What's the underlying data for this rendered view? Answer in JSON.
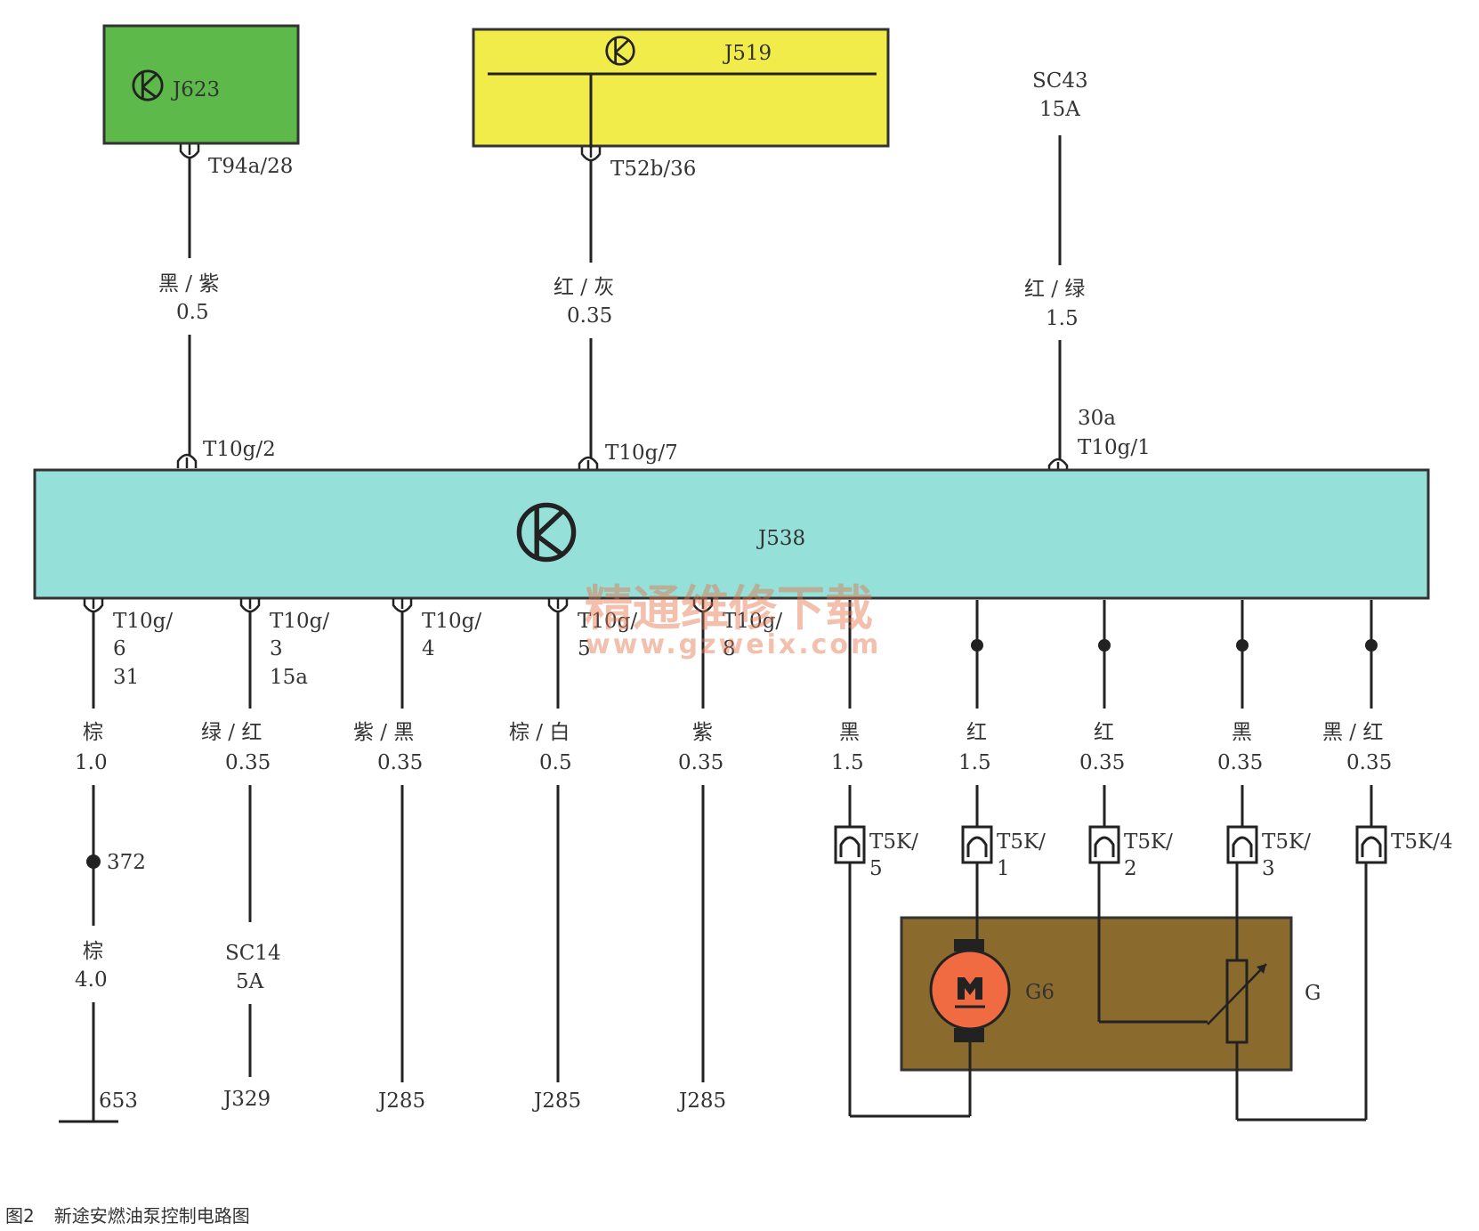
{
  "modules": {
    "j623": {
      "label": "J623",
      "pin": "T94a/28",
      "color": "#5cb94a"
    },
    "j519": {
      "label": "J519",
      "pin": "T52b/36",
      "color": "#f2ec4a"
    },
    "j538": {
      "label": "J538",
      "color": "#96e0da"
    },
    "fuel_pump": {
      "motor_label": "G6",
      "sender_label": "G",
      "color": "#8a6b2d",
      "motor_color": "#f06a42"
    }
  },
  "fuse_top": {
    "name": "SC43",
    "rating": "15A",
    "pin_top": "30a",
    "pin": "T10g/1"
  },
  "top_wires": {
    "w1": {
      "color": "黑 / 紫",
      "size": "0.5",
      "pin": "T10g/2"
    },
    "w2": {
      "color": "红 / 灰",
      "size": "0.35",
      "pin": "T10g/7"
    },
    "w3": {
      "color": "红 / 绿",
      "size": "1.5"
    }
  },
  "bottom_wires": [
    {
      "pin_a": "T10g/",
      "pin_b": "6",
      "pin_c": "31",
      "color": "棕",
      "size": "1.0",
      "node": "372",
      "color2": "棕",
      "size2": "4.0",
      "end": "653"
    },
    {
      "pin_a": "T10g/",
      "pin_b": "3",
      "pin_c": "15a",
      "color": "绿 / 红",
      "size": "0.35",
      "fuse": "SC14",
      "fuse_rating": "5A",
      "end": "J329"
    },
    {
      "pin_a": "T10g/",
      "pin_b": "4",
      "color": "紫 / 黑",
      "size": "0.35",
      "end": "J285"
    },
    {
      "pin_a": "T10g/",
      "pin_b": "5",
      "color": "棕 / 白",
      "size": "0.5",
      "end": "J285"
    },
    {
      "pin_a": "T10g/",
      "pin_b": "8",
      "color": "紫",
      "size": "0.35",
      "end": "J285"
    }
  ],
  "pump_wires": [
    {
      "color": "黑",
      "size": "1.5",
      "conn_a": "T5K/",
      "conn_b": "5"
    },
    {
      "color": "红",
      "size": "1.5",
      "conn_a": "T5K/",
      "conn_b": "1"
    },
    {
      "color": "红",
      "size": "0.35",
      "conn_a": "T5K/",
      "conn_b": "2"
    },
    {
      "color": "黑",
      "size": "0.35",
      "conn_a": "T5K/",
      "conn_b": "3"
    },
    {
      "color": "黑 / 红",
      "size": "0.35",
      "conn_a": "T5K/4",
      "conn_b": ""
    }
  ],
  "watermark": {
    "line1": "精通维修下载",
    "line2": "www.gzweix.com"
  },
  "caption": {
    "figure": "图2",
    "title": "新途安燃油泵控制电路图"
  }
}
